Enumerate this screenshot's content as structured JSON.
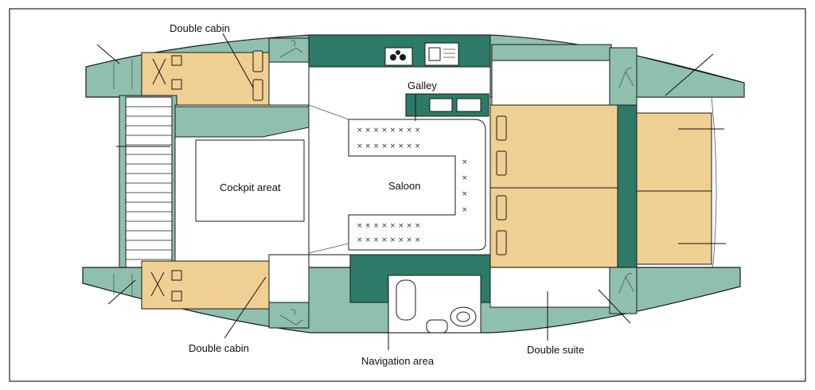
{
  "labels": {
    "double_cabin_top": "Double cabin",
    "galley": "Galley",
    "cockpit": "Cockpit areat",
    "saloon": "Saloon",
    "double_cabin_bottom": "Double cabin",
    "navigation": "Navigation area",
    "double_suite": "Double suite"
  },
  "colors": {
    "teal_light": "#8fc0ad",
    "teal_dark": "#2c7a67",
    "bed": "#f0cf92",
    "floor": "#ffffff",
    "outline": "#1a1a1a"
  }
}
